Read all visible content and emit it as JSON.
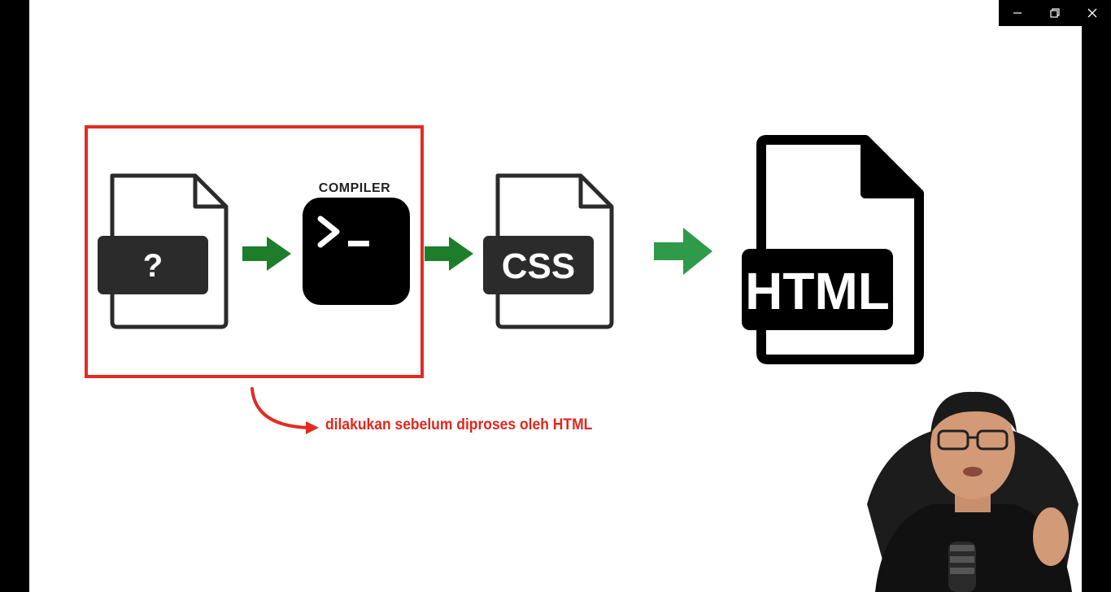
{
  "window": {
    "controls": {
      "minimize": "minimize-icon",
      "restore": "restore-icon",
      "close": "close-icon"
    }
  },
  "diagram": {
    "unknown_file_badge": "?",
    "compiler_label": "COMPILER",
    "css_file_badge": "CSS",
    "html_file_badge": "HTML",
    "caption": "dilakukan sebelum diproses oleh HTML"
  },
  "colors": {
    "highlight_red": "#e32b22",
    "arrow_green": "#1e7d2b",
    "arrow_light_green": "#2f9a4a",
    "icon_dark": "#2b2b2b"
  }
}
